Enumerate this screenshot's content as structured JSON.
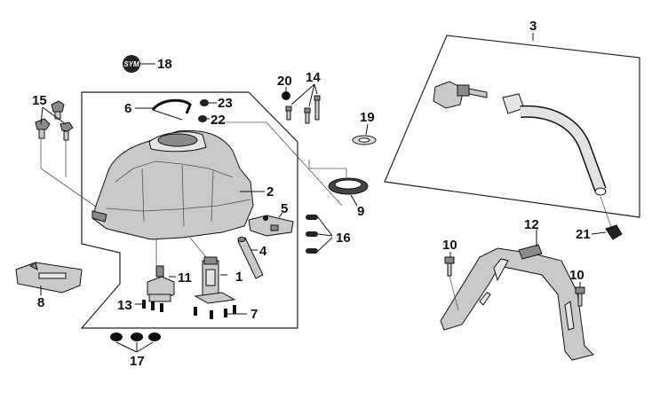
{
  "logo": {
    "text": "SYM"
  },
  "callouts": {
    "c1": "1",
    "c2": "2",
    "c3": "3",
    "c4": "4",
    "c5": "5",
    "c6": "6",
    "c7": "7",
    "c8": "8",
    "c9": "9",
    "c10a": "10",
    "c10b": "10",
    "c11": "11",
    "c12": "12",
    "c13": "13",
    "c14": "14",
    "c15": "15",
    "c16": "16",
    "c17": "17",
    "c18": "18",
    "c19": "19",
    "c20": "20",
    "c21": "21",
    "c22": "22",
    "c23": "23"
  }
}
